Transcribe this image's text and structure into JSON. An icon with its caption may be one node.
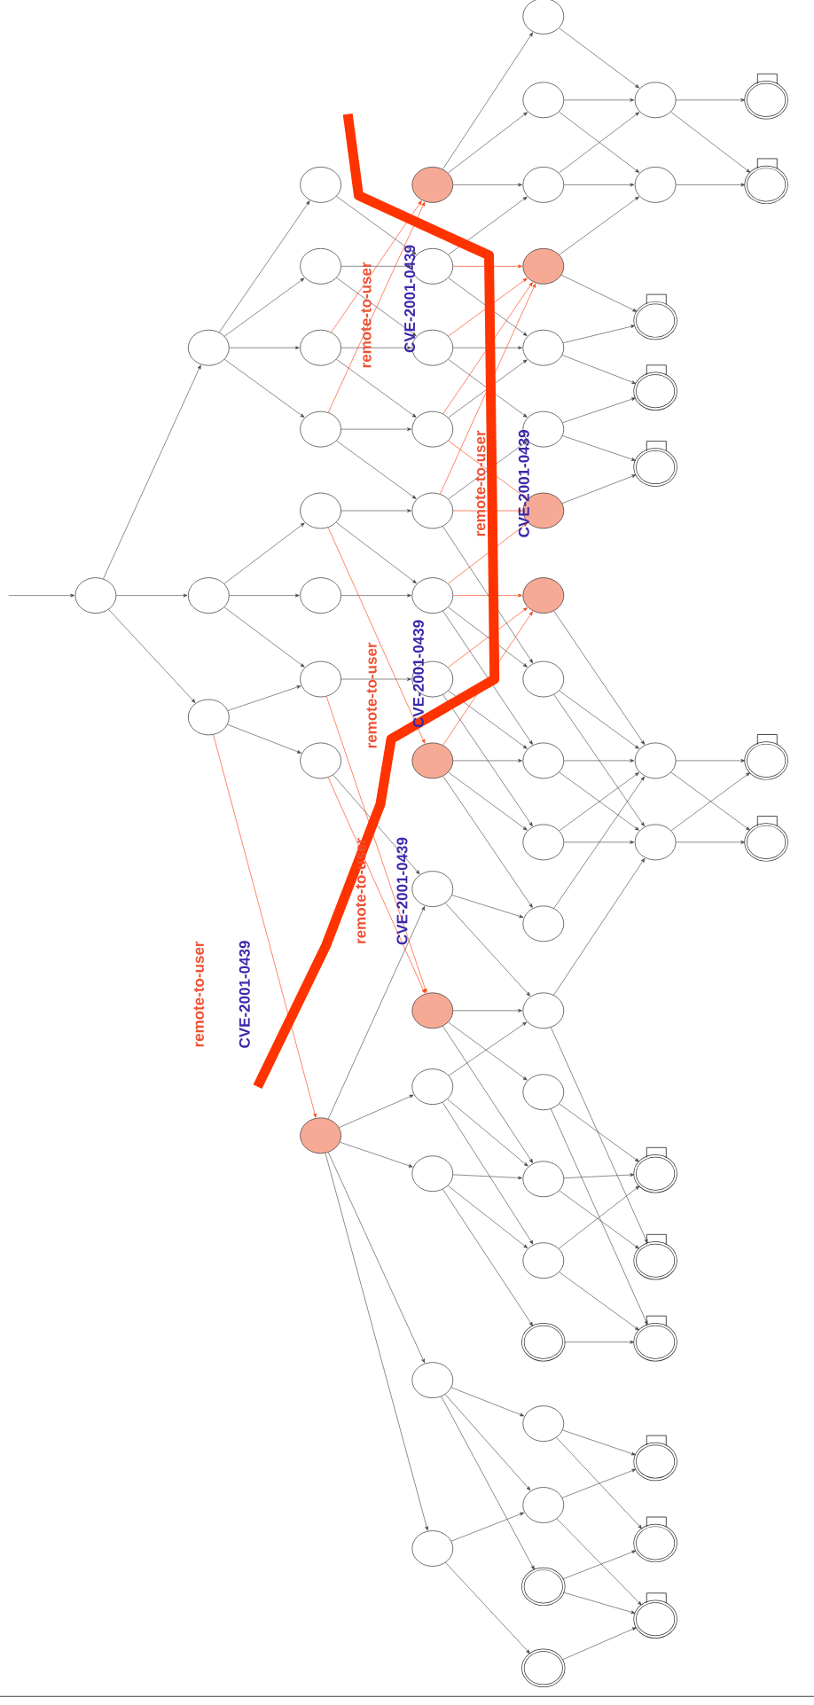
{
  "diagram": {
    "nodes": [
      {
        "text": [],
        "shape": "circle"
      },
      {
        "text": [],
        "shape": "circle"
      },
      {
        "text": [],
        "shape": "circle"
      },
      {
        "text": [],
        "shape": "circle"
      },
      {
        "text": [],
        "shape": "circle"
      },
      {
        "text": [],
        "shape": "circle"
      },
      {
        "text": [],
        "shape": "circle"
      },
      {
        "text": [],
        "shape": "circle"
      },
      {
        "text": [],
        "shape": "circle"
      },
      {
        "text": [],
        "shape": "circle"
      },
      {
        "text": [],
        "shape": "circle"
      },
      {
        "text": [],
        "shape": "circle"
      },
      {
        "text": [],
        "shape": "circle"
      },
      {
        "text": [],
        "shape": "circle"
      },
      {
        "text": [],
        "shape": "circle"
      },
      {
        "text": [],
        "shape": "circle"
      },
      {
        "text": [],
        "shape": "circle"
      },
      {
        "text": [],
        "shape": "circle"
      },
      {
        "text": [],
        "shape": "circle"
      },
      {
        "text": [],
        "shape": "circle"
      },
      {
        "text": [],
        "shape": "circle"
      },
      {
        "text": [],
        "shape": "circle"
      },
      {
        "text": [],
        "shape": "circle"
      },
      {
        "text": [],
        "shape": "circle"
      },
      {
        "text": [],
        "shape": "circle"
      },
      {
        "text": [],
        "shape": "circle"
      },
      {
        "text": [],
        "shape": "circle"
      },
      {
        "text": [],
        "shape": "circle"
      },
      {
        "text": [],
        "shape": "circle"
      },
      {
        "text": [],
        "shape": "circle"
      },
      {
        "text": [],
        "shape": "circle"
      },
      {
        "text": [],
        "shape": "circle"
      },
      {
        "text": [],
        "shape": "circle"
      },
      {
        "text": [],
        "shape": "circle"
      },
      {
        "text": [],
        "shape": "circle"
      },
      {
        "text": [],
        "shape": "circle"
      },
      {
        "text": [],
        "shape": "circle"
      },
      {
        "text": [],
        "shape": "circle"
      },
      {
        "text": [],
        "shape": "circle"
      },
      {
        "text": [],
        "shape": "circle"
      },
      {
        "text": [],
        "shape": "circle"
      },
      {
        "text": [],
        "shape": "circle"
      },
      {
        "text": [],
        "shape": "circle"
      },
      {
        "text": [],
        "shape": "ring"
      },
      {
        "text": [],
        "shape": "circle"
      },
      {
        "text": [],
        "shape": "circle"
      },
      {
        "text": [],
        "shape": "ring"
      },
      {
        "text": [],
        "shape": "ring"
      },
      {
        "text": [],
        "shape": "circle"
      },
      {
        "text": [],
        "shape": "circle"
      },
      {
        "text": [],
        "shape": "flag"
      },
      {
        "text": [],
        "shape": "flag"
      },
      {
        "text": [],
        "shape": "flag"
      },
      {
        "text": [],
        "shape": "circle"
      },
      {
        "text": [],
        "shape": "circle"
      },
      {
        "text": [],
        "shape": "flag"
      },
      {
        "text": [],
        "shape": "flag"
      },
      {
        "text": [],
        "shape": "flag"
      },
      {
        "text": [],
        "shape": "flag"
      },
      {
        "text": [],
        "shape": "flag"
      },
      {
        "text": [],
        "shape": "flag"
      },
      {
        "text": [],
        "shape": "flag"
      },
      {
        "text": [],
        "shape": "flag"
      },
      {
        "text": [],
        "shape": "flag"
      },
      {
        "text": [],
        "shape": "flag"
      }
    ],
    "edges": [
      {
        "from": null,
        "to": 0,
        "arrow": "to"
      },
      {
        "from": 0,
        "to": 1,
        "arrow": "to"
      },
      {
        "from": 0,
        "to": 2,
        "arrow": "to"
      },
      {
        "from": 0,
        "to": 3,
        "arrow": "to"
      },
      {
        "from": 1,
        "to": 4,
        "arrow": "to"
      },
      {
        "from": 1,
        "to": 5,
        "arrow": "to"
      },
      {
        "from": 1,
        "to": 6,
        "arrow": "to"
      },
      {
        "from": 1,
        "to": 7,
        "arrow": "to"
      },
      {
        "from": 2,
        "to": 8,
        "arrow": "to"
      },
      {
        "from": 2,
        "to": 9,
        "arrow": "to"
      },
      {
        "from": 2,
        "to": 10,
        "arrow": "to"
      },
      {
        "from": 3,
        "to": 10,
        "arrow": "to"
      },
      {
        "from": 3,
        "to": 11,
        "arrow": "to"
      },
      {
        "from": 3,
        "to": 12,
        "arrow": "to",
        "color": "#ff3300"
      },
      {
        "from": 4,
        "to": 14,
        "arrow": "to"
      },
      {
        "from": 5,
        "to": 14,
        "arrow": "to"
      },
      {
        "from": 5,
        "to": 15,
        "arrow": "to"
      },
      {
        "from": 6,
        "to": 15,
        "arrow": "to"
      },
      {
        "from": 6,
        "to": 16,
        "arrow": "to"
      },
      {
        "from": 7,
        "to": 16,
        "arrow": "to"
      },
      {
        "from": 7,
        "to": 17,
        "arrow": "to"
      },
      {
        "from": 8,
        "to": 17,
        "arrow": "to"
      },
      {
        "from": 8,
        "to": 18,
        "arrow": "to"
      },
      {
        "from": 9,
        "to": 18,
        "arrow": "to"
      },
      {
        "from": 10,
        "to": 19,
        "arrow": "to"
      },
      {
        "from": 11,
        "to": 21,
        "arrow": "to"
      },
      {
        "from": 6,
        "to": 13,
        "arrow": "to",
        "color": "#ff3300"
      },
      {
        "from": 7,
        "to": 13,
        "arrow": "to",
        "color": "#ff3300"
      },
      {
        "from": 8,
        "to": 20,
        "arrow": "to",
        "color": "#ff3300"
      },
      {
        "from": 10,
        "to": 22,
        "arrow": "to",
        "color": "#ff3300"
      },
      {
        "from": 11,
        "to": 22,
        "arrow": "to",
        "color": "#ff3300"
      },
      {
        "from": 12,
        "to": 21,
        "arrow": "to"
      },
      {
        "from": 12,
        "to": 23,
        "arrow": "to"
      },
      {
        "from": 12,
        "to": 24,
        "arrow": "to"
      },
      {
        "from": 12,
        "to": 25,
        "arrow": "to"
      },
      {
        "from": 12,
        "to": 26,
        "arrow": "to"
      },
      {
        "from": 13,
        "to": 27,
        "arrow": "to"
      },
      {
        "from": 13,
        "to": 28,
        "arrow": "to"
      },
      {
        "from": 13,
        "to": 29,
        "arrow": "to"
      },
      {
        "from": 14,
        "to": 29,
        "arrow": "to"
      },
      {
        "from": 14,
        "to": 31,
        "arrow": "to"
      },
      {
        "from": 15,
        "to": 31,
        "arrow": "to"
      },
      {
        "from": 15,
        "to": 32,
        "arrow": "to"
      },
      {
        "from": 16,
        "to": 31,
        "arrow": "to"
      },
      {
        "from": 17,
        "to": 32,
        "arrow": "to"
      },
      {
        "from": 17,
        "to": 35,
        "arrow": "to"
      },
      {
        "from": 18,
        "to": 35,
        "arrow": "to"
      },
      {
        "from": 18,
        "to": 36,
        "arrow": "to"
      },
      {
        "from": 19,
        "to": 36,
        "arrow": "to"
      },
      {
        "from": 19,
        "to": 37,
        "arrow": "to"
      },
      {
        "from": 20,
        "to": 36,
        "arrow": "to"
      },
      {
        "from": 20,
        "to": 37,
        "arrow": "to"
      },
      {
        "from": 20,
        "to": 38,
        "arrow": "to"
      },
      {
        "from": 21,
        "to": 38,
        "arrow": "to"
      },
      {
        "from": 21,
        "to": 39,
        "arrow": "to"
      },
      {
        "from": 22,
        "to": 39,
        "arrow": "to"
      },
      {
        "from": 22,
        "to": 40,
        "arrow": "to"
      },
      {
        "from": 22,
        "to": 41,
        "arrow": "to"
      },
      {
        "from": 23,
        "to": 39,
        "arrow": "to"
      },
      {
        "from": 23,
        "to": 41,
        "arrow": "to"
      },
      {
        "from": 23,
        "to": 42,
        "arrow": "to"
      },
      {
        "from": 24,
        "to": 41,
        "arrow": "to"
      },
      {
        "from": 24,
        "to": 42,
        "arrow": "to"
      },
      {
        "from": 24,
        "to": 43,
        "arrow": "to"
      },
      {
        "from": 25,
        "to": 44,
        "arrow": "to"
      },
      {
        "from": 25,
        "to": 45,
        "arrow": "to"
      },
      {
        "from": 25,
        "to": 46,
        "arrow": "to"
      },
      {
        "from": 26,
        "to": 45,
        "arrow": "to"
      },
      {
        "from": 26,
        "to": 47,
        "arrow": "to"
      },
      {
        "from": 14,
        "to": 30,
        "arrow": "to",
        "color": "#ff3300"
      },
      {
        "from": 15,
        "to": 30,
        "arrow": "to",
        "color": "#ff3300"
      },
      {
        "from": 16,
        "to": 30,
        "arrow": "to",
        "color": "#ff3300"
      },
      {
        "from": 17,
        "to": 30,
        "arrow": "to",
        "color": "#ff3300"
      },
      {
        "from": 16,
        "to": 33,
        "arrow": "to",
        "color": "#ff3300"
      },
      {
        "from": 17,
        "to": 33,
        "arrow": "to",
        "color": "#ff3300"
      },
      {
        "from": 18,
        "to": 33,
        "arrow": "to",
        "color": "#ff3300"
      },
      {
        "from": 18,
        "to": 34,
        "arrow": "to",
        "color": "#ff3300"
      },
      {
        "from": 19,
        "to": 34,
        "arrow": "to",
        "color": "#ff3300"
      },
      {
        "from": 20,
        "to": 34,
        "arrow": "to",
        "color": "#ff3300"
      },
      {
        "from": 27,
        "to": 48,
        "arrow": "to"
      },
      {
        "from": 28,
        "to": 48,
        "arrow": "to"
      },
      {
        "from": 28,
        "to": 49,
        "arrow": "to"
      },
      {
        "from": 29,
        "to": 48,
        "arrow": "to"
      },
      {
        "from": 29,
        "to": 49,
        "arrow": "to"
      },
      {
        "from": 30,
        "to": 49,
        "arrow": "to"
      },
      {
        "from": 30,
        "to": 50,
        "arrow": "to"
      },
      {
        "from": 31,
        "to": 50,
        "arrow": "to"
      },
      {
        "from": 31,
        "to": 51,
        "arrow": "to"
      },
      {
        "from": 32,
        "to": 51,
        "arrow": "to"
      },
      {
        "from": 32,
        "to": 52,
        "arrow": "to"
      },
      {
        "from": 33,
        "to": 52,
        "arrow": "to"
      },
      {
        "from": 34,
        "to": 53,
        "arrow": "to"
      },
      {
        "from": 35,
        "to": 53,
        "arrow": "to"
      },
      {
        "from": 35,
        "to": 54,
        "arrow": "to"
      },
      {
        "from": 36,
        "to": 53,
        "arrow": "to"
      },
      {
        "from": 36,
        "to": 54,
        "arrow": "to"
      },
      {
        "from": 37,
        "to": 53,
        "arrow": "to"
      },
      {
        "from": 37,
        "to": 54,
        "arrow": "to"
      },
      {
        "from": 38,
        "to": 53,
        "arrow": "to"
      },
      {
        "from": 39,
        "to": 54,
        "arrow": "to"
      },
      {
        "from": 39,
        "to": 56,
        "arrow": "to"
      },
      {
        "from": 40,
        "to": 55,
        "arrow": "to"
      },
      {
        "from": 40,
        "to": 57,
        "arrow": "to"
      },
      {
        "from": 41,
        "to": 55,
        "arrow": "to"
      },
      {
        "from": 41,
        "to": 56,
        "arrow": "to"
      },
      {
        "from": 42,
        "to": 55,
        "arrow": "to"
      },
      {
        "from": 42,
        "to": 57,
        "arrow": "to"
      },
      {
        "from": 43,
        "to": 57,
        "arrow": "to"
      },
      {
        "from": 44,
        "to": 58,
        "arrow": "to"
      },
      {
        "from": 44,
        "to": 59,
        "arrow": "to"
      },
      {
        "from": 45,
        "to": 58,
        "arrow": "to"
      },
      {
        "from": 45,
        "to": 60,
        "arrow": "to"
      },
      {
        "from": 46,
        "to": 59,
        "arrow": "to"
      },
      {
        "from": 46,
        "to": 60,
        "arrow": "to"
      },
      {
        "from": 47,
        "to": 60,
        "arrow": "to"
      },
      {
        "from": 48,
        "to": 61,
        "arrow": "to"
      },
      {
        "from": 48,
        "to": 62,
        "arrow": "to"
      },
      {
        "from": 49,
        "to": 62,
        "arrow": "to"
      },
      {
        "from": 53,
        "to": 63,
        "arrow": "to"
      },
      {
        "from": 53,
        "to": 64,
        "arrow": "to"
      },
      {
        "from": 54,
        "to": 63,
        "arrow": "to"
      },
      {
        "from": 54,
        "to": 64,
        "arrow": "to"
      }
    ],
    "labels": [
      "remote-to-user",
      "CVE-2001-0439",
      "remote-to-user",
      "CVE-2001-0439",
      "remote-to-user",
      "CVE-2001-0439",
      "remote-to-user",
      "CVE-2001-0439",
      "remote-to-user",
      "CVE-2001-0439"
    ]
  }
}
